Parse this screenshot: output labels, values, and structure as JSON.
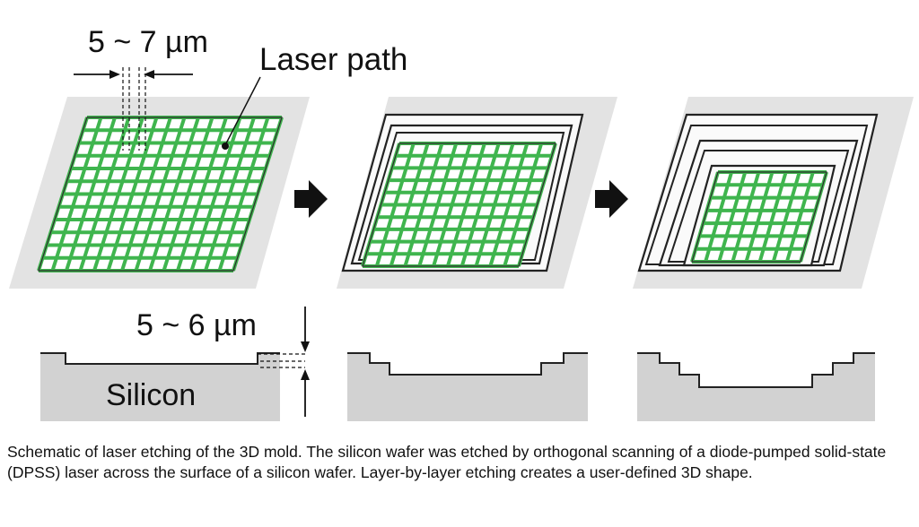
{
  "figure": {
    "labels": {
      "laser_spacing": "5 ~ 7 µm",
      "laser_path": "Laser path",
      "etch_depth": "5 ~ 6 µm",
      "material": "Silicon"
    },
    "colors": {
      "wafer": "#e3e3e3",
      "laser_grid": "#3fb54e",
      "silicon": "#d2d2d2",
      "outline": "#222222"
    }
  },
  "caption": {
    "text": "Schematic of laser etching of the 3D mold. The silicon wafer was etched by orthogonal scanning of a diode-pumped solid-state (DPSS) laser across the surface of a silicon wafer. Layer-by-layer etching creates a user-defined 3D shape."
  }
}
